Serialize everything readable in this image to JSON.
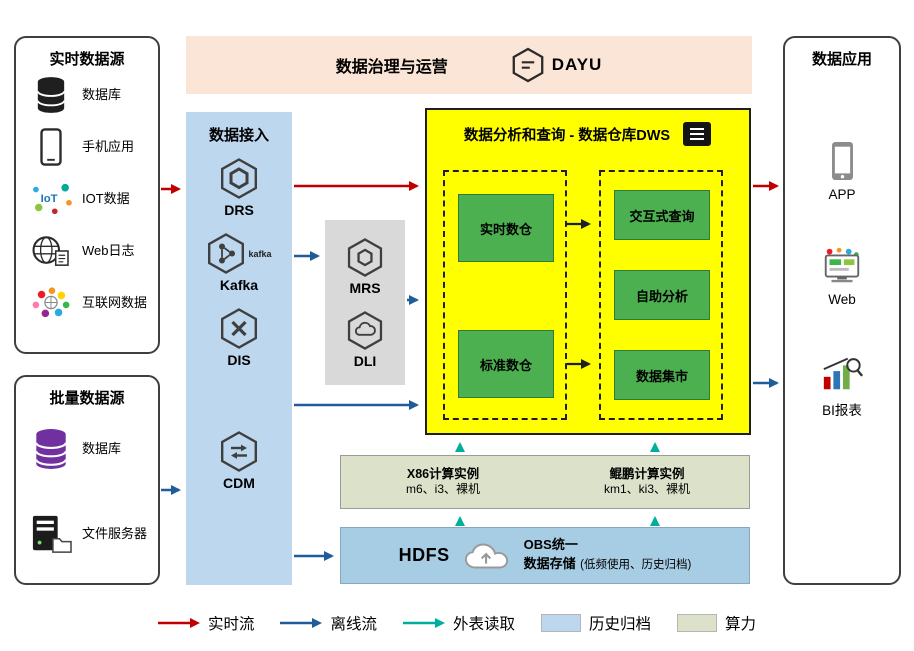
{
  "banner": {
    "title": "数据治理与运营",
    "logo": "DAYU"
  },
  "realtime_sources": {
    "title": "实时数据源",
    "items": [
      {
        "label": "数据库",
        "icon": "database-icon"
      },
      {
        "label": "手机应用",
        "icon": "phone-icon"
      },
      {
        "label": "IOT数据",
        "icon": "iot-icon"
      },
      {
        "label": "Web日志",
        "icon": "web-log-icon"
      },
      {
        "label": "互联网数据",
        "icon": "internet-data-icon"
      }
    ]
  },
  "batch_sources": {
    "title": "批量数据源",
    "items": [
      {
        "label": "数据库",
        "icon": "database-purple-icon"
      },
      {
        "label": "文件服务器",
        "icon": "file-server-icon"
      }
    ]
  },
  "ingestion": {
    "title": "数据接入",
    "kafka_brand": "kafka",
    "items": [
      {
        "label": "DRS",
        "icon": "drs-hexagon-icon"
      },
      {
        "label": "Kafka",
        "icon": "kafka-hexagon-icon"
      },
      {
        "label": "DIS",
        "icon": "dis-hexagon-icon"
      },
      {
        "label": "CDM",
        "icon": "cdm-hexagon-icon"
      }
    ]
  },
  "processing": {
    "items": [
      {
        "label": "MRS",
        "icon": "mrs-hexagon-icon"
      },
      {
        "label": "DLI",
        "icon": "dli-hexagon-icon"
      }
    ]
  },
  "dws": {
    "title": "数据分析和查询 - 数据仓库DWS",
    "warehouse_items": [
      "实时数仓",
      "标准数仓"
    ],
    "analysis_items": [
      "交互式查询",
      "自助分析",
      "数据集市"
    ]
  },
  "compute": {
    "x86_title": "X86计算实例",
    "x86_models": "m6、i3、裸机",
    "kunpeng_title": "鲲鹏计算实例",
    "kunpeng_models": "km1、ki3、裸机"
  },
  "storage": {
    "hdfs": "HDFS",
    "obs_line1": "OBS统一",
    "obs_line2": "数据存储",
    "note": "(低频使用、历史归档)"
  },
  "applications": {
    "title": "数据应用",
    "items": [
      {
        "label": "APP",
        "icon": "app-phone-icon"
      },
      {
        "label": "Web",
        "icon": "web-monitor-icon"
      },
      {
        "label": "BI报表",
        "icon": "bi-report-icon"
      }
    ]
  },
  "legend": {
    "realtime": "实时流",
    "offline": "离线流",
    "external": "外表读取",
    "archive": "历史归档",
    "compute": "算力"
  },
  "colors": {
    "realtime_flow": "#c00000",
    "offline_flow": "#1f5c99",
    "external_read": "#00ae9d",
    "banner_bg": "#fbe5d6",
    "ingestion_bg": "#bdd7ee",
    "processing_bg": "#d9d9d9",
    "dws_bg": "#ffff00",
    "green_node": "#4caf50",
    "compute_bg": "#dbe2c9",
    "storage_bg": "#a6cde4"
  }
}
